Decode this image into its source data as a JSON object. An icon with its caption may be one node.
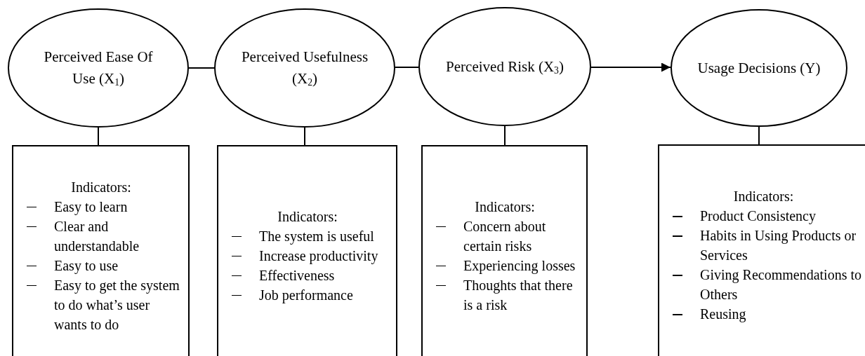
{
  "diagram": {
    "nodes": [
      {
        "text": [
          "Perceived Ease Of Use (X$_{1}$)"
        ]
      },
      {
        "text": [
          "Perceived Usefulness (X$_{2}$)"
        ]
      },
      {
        "text": [
          "Perceived Risk (X$_{3}$)"
        ]
      },
      {
        "text": [
          "Usage Decisions (Y)"
        ]
      },
      {
        "text": [
          "Indicators:",
          "Easy to learn",
          "Clear and understandable",
          "Easy to use",
          "Easy to get the system to do what’s user wants to do"
        ]
      },
      {
        "text": [
          "Indicators:",
          "The system is useful",
          "Increase productivity",
          "Effectiveness",
          "Job performance"
        ]
      },
      {
        "text": [
          "Indicators:",
          "Concern about certain risks",
          "Experiencing losses",
          "Thoughts that there is a risk"
        ]
      },
      {
        "text": [
          "Indicators:",
          "Product Consistency",
          "Habits in Using Products or Services",
          "Giving Recommendations to Others",
          "Reusing"
        ]
      }
    ],
    "edges": [
      {
        "from": 0,
        "to": 1,
        "arrow": "none"
      },
      {
        "from": 1,
        "to": 2,
        "arrow": "none"
      },
      {
        "from": 2,
        "to": 3,
        "arrow": "to"
      },
      {
        "from": 0,
        "to": 4,
        "arrow": "none"
      },
      {
        "from": 1,
        "to": 5,
        "arrow": "none"
      },
      {
        "from": 2,
        "to": 6,
        "arrow": "none"
      },
      {
        "from": 3,
        "to": 7,
        "arrow": "none"
      }
    ]
  }
}
